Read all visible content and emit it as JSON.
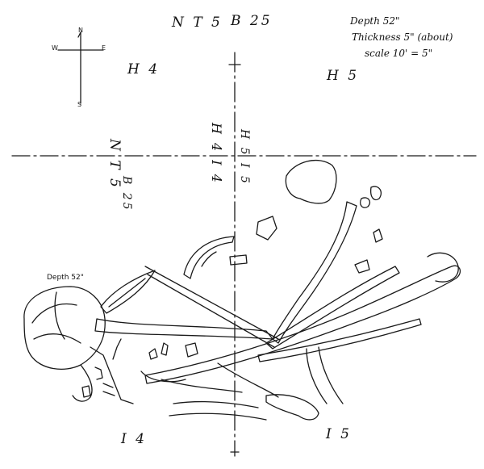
{
  "drawing": {
    "title_left": "N T 5",
    "title_right": "B 25",
    "notes": {
      "depth": "Depth 52\"",
      "thickness": "Thickness 5\" (about)",
      "scale": "scale 10' = 5\""
    },
    "compass": {
      "n": "N",
      "s": "S",
      "e": "E",
      "w": "W"
    },
    "squares": {
      "h4": "H 4",
      "h5": "H 5",
      "i4": "I 4",
      "i5": "I 5"
    },
    "axis_labels": {
      "nt5": "N T 5",
      "b25": "B 25",
      "h4i4": "H 4 I 4",
      "h5i5": "H 5 I 5"
    },
    "skull_depth": "Depth 52\""
  }
}
